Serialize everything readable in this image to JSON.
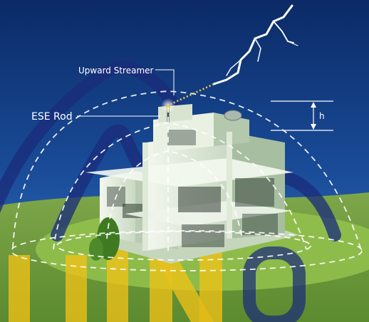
{
  "labels": {
    "upward_streamer": "Upward Streamer",
    "ese_rod": "ESE Rod",
    "height": "h"
  },
  "colors": {
    "sky_top": "#0b2a66",
    "sky_bottom": "#2a6ab8",
    "ground": "#6f9b3c",
    "lawn": "#8fbf4a",
    "house_wall": "#e7efe0",
    "house_shadow": "#9fb59b",
    "protection_line": "#ffffff",
    "watermark_blue": "#1b2b7a",
    "watermark_yellow": "#f2c218",
    "lightning": "#ffffff"
  }
}
